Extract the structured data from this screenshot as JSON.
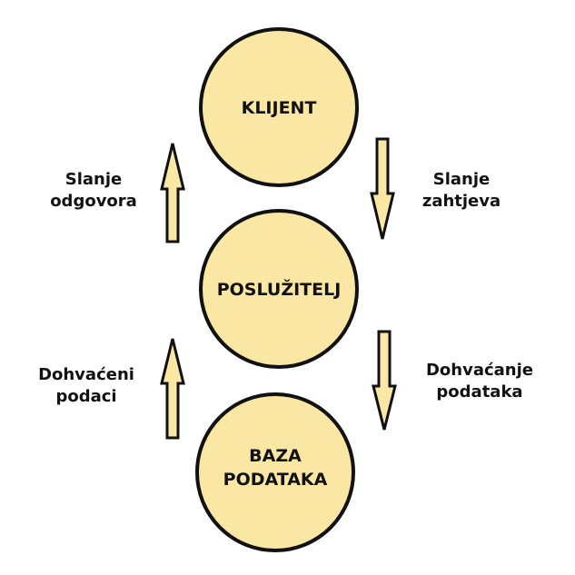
{
  "colors": {
    "fill": "#fbe7a4",
    "stroke": "#111111",
    "text": "#111111",
    "background": "#ffffff"
  },
  "nodes": [
    {
      "id": "klijent",
      "lines": [
        "KLIJENT"
      ]
    },
    {
      "id": "posluzitelj",
      "lines": [
        "POSLUŽITELJ"
      ]
    },
    {
      "id": "baza",
      "lines": [
        "BAZA",
        "PODATAKA"
      ]
    }
  ],
  "edges": [
    {
      "id": "slanje-zahtjeva",
      "from": "klijent",
      "to": "posluzitelj",
      "direction": "down",
      "icon": "arrow-down-icon",
      "label_lines": [
        "Slanje",
        "zahtjeva"
      ]
    },
    {
      "id": "slanje-odgovora",
      "from": "posluzitelj",
      "to": "klijent",
      "direction": "up",
      "icon": "arrow-up-icon",
      "label_lines": [
        "Slanje",
        "odgovora"
      ]
    },
    {
      "id": "dohvacanje-podataka",
      "from": "posluzitelj",
      "to": "baza",
      "direction": "down",
      "icon": "arrow-down-icon",
      "label_lines": [
        "Dohvaćanje",
        "podataka"
      ]
    },
    {
      "id": "dohvaceni-podaci",
      "from": "baza",
      "to": "posluzitelj",
      "direction": "up",
      "icon": "arrow-up-icon",
      "label_lines": [
        "Dohvaćeni",
        "podaci"
      ]
    }
  ]
}
